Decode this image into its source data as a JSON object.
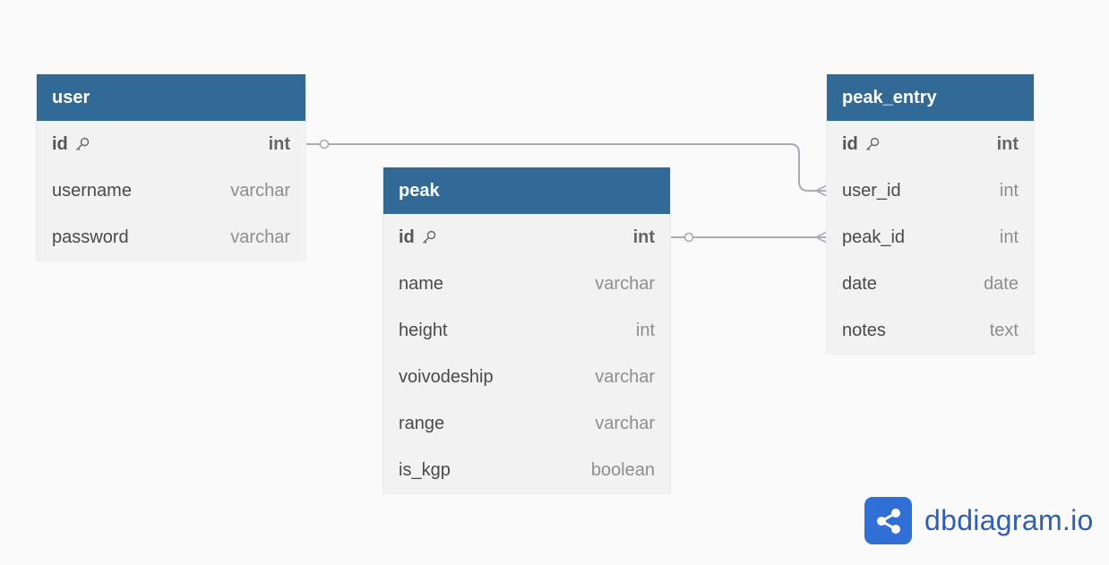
{
  "tables": [
    {
      "id": "user",
      "name": "user",
      "fields": [
        {
          "name": "id",
          "type": "int",
          "pk": true
        },
        {
          "name": "username",
          "type": "varchar",
          "pk": false
        },
        {
          "name": "password",
          "type": "varchar",
          "pk": false
        }
      ]
    },
    {
      "id": "peak",
      "name": "peak",
      "fields": [
        {
          "name": "id",
          "type": "int",
          "pk": true
        },
        {
          "name": "name",
          "type": "varchar",
          "pk": false
        },
        {
          "name": "height",
          "type": "int",
          "pk": false
        },
        {
          "name": "voivodeship",
          "type": "varchar",
          "pk": false
        },
        {
          "name": "range",
          "type": "varchar",
          "pk": false
        },
        {
          "name": "is_kgp",
          "type": "boolean",
          "pk": false
        }
      ]
    },
    {
      "id": "peak-entry",
      "name": "peak_entry",
      "fields": [
        {
          "name": "id",
          "type": "int",
          "pk": true
        },
        {
          "name": "user_id",
          "type": "int",
          "pk": false
        },
        {
          "name": "peak_id",
          "type": "int",
          "pk": false
        },
        {
          "name": "date",
          "type": "date",
          "pk": false
        },
        {
          "name": "notes",
          "type": "text",
          "pk": false
        }
      ]
    }
  ],
  "relationships": [
    {
      "from_table": "user",
      "from_field": "id",
      "to_table": "peak-entry",
      "to_field": "user_id",
      "from_cardinality": "one",
      "to_cardinality": "many"
    },
    {
      "from_table": "peak",
      "from_field": "id",
      "to_table": "peak-entry",
      "to_field": "peak_id",
      "from_cardinality": "one",
      "to_cardinality": "many"
    }
  ],
  "colors": {
    "header": "#316a96",
    "body": "#f2f2f3",
    "link": "#a9acb3",
    "brand": "#2f6fd6"
  },
  "icons": {
    "primary_key": "key-icon",
    "brand_logo": "share-icon"
  },
  "brand": {
    "text": "dbdiagram.io"
  }
}
